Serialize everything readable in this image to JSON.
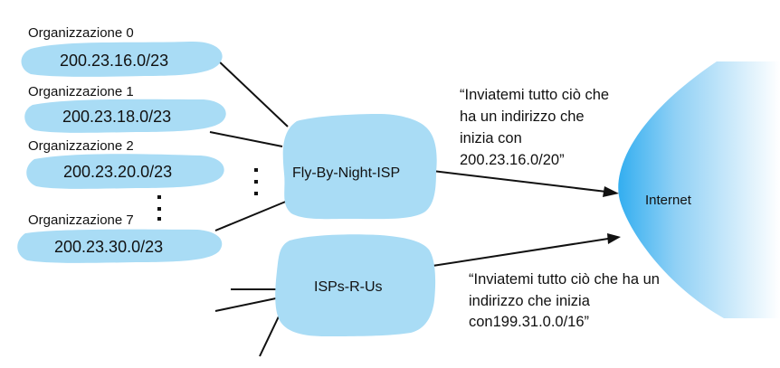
{
  "organizations": [
    {
      "name": "Organizzazione 0",
      "prefix": "200.23.16.0/23"
    },
    {
      "name": "Organizzazione 1",
      "prefix": "200.23.18.0/23"
    },
    {
      "name": "Organizzazione 2",
      "prefix": "200.23.20.0/23"
    },
    {
      "name": "Organizzazione 7",
      "prefix": "200.23.30.0/23"
    }
  ],
  "isps": {
    "fly_by_night": "Fly-By-Night-ISP",
    "isps_r_us": "ISPs-R-Us"
  },
  "internet": "Internet",
  "announcements": {
    "fly_by_night": [
      "“Inviatemi tutto ciò che",
      "ha un indirizzo che",
      "inizia con",
      "200.23.16.0/20”"
    ],
    "isps_r_us": [
      "“Inviatemi tutto ciò che ha un",
      "indirizzo che inizia",
      "con199.31.0.0/16”"
    ]
  },
  "colors": {
    "blob": "#a9dcf5",
    "internet_edge": "#33aef0",
    "internet_fade": "#ffffff",
    "line": "#111111"
  }
}
